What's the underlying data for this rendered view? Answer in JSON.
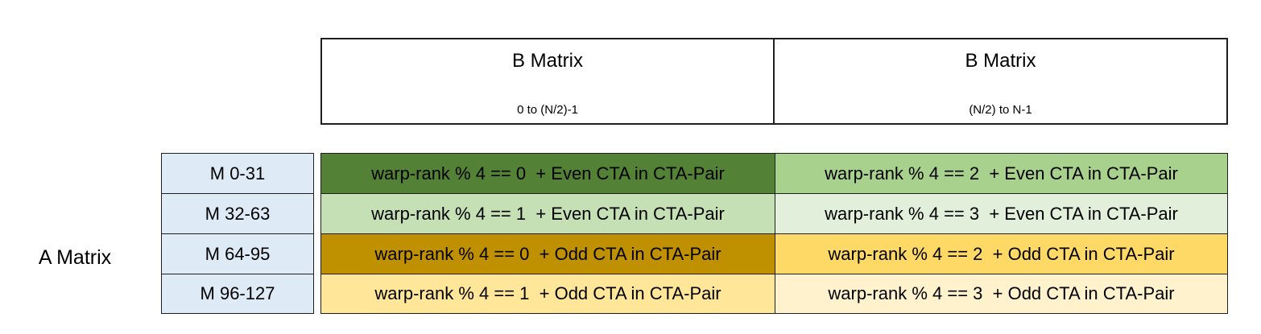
{
  "a_matrix_label": "A Matrix",
  "b_headers": [
    {
      "title": "B Matrix",
      "range": "0 to (N/2)-1"
    },
    {
      "title": "B Matrix",
      "range": "(N/2) to N-1"
    }
  ],
  "colors": {
    "m_col_bg": "#DEEBF7",
    "border": "#1f1f1f",
    "dark_green": "#538135",
    "medium_green": "#A9D18E",
    "light_green": "#C5E0B4",
    "pale_green": "#E2EFDA",
    "dark_gold": "#BF9000",
    "medium_gold": "#FFD966",
    "light_gold": "#FFE699",
    "pale_gold": "#FFF2CC"
  },
  "rows": [
    {
      "m_label": "M 0-31",
      "left": {
        "text": "warp-rank % 4 == 0  + Even CTA in CTA-Pair",
        "bg": "#538135"
      },
      "right": {
        "text": "warp-rank % 4 == 2  + Even CTA in CTA-Pair",
        "bg": "#A9D18E"
      }
    },
    {
      "m_label": "M 32-63",
      "left": {
        "text": "warp-rank % 4 == 1  + Even CTA in CTA-Pair",
        "bg": "#C5E0B4"
      },
      "right": {
        "text": "warp-rank % 4 == 3  + Even CTA in CTA-Pair",
        "bg": "#E2EFDA"
      }
    },
    {
      "m_label": "M 64-95",
      "left": {
        "text": "warp-rank % 4 == 0  + Odd CTA in CTA-Pair",
        "bg": "#BF9000"
      },
      "right": {
        "text": "warp-rank % 4 == 2  + Odd CTA in CTA-Pair",
        "bg": "#FFD966"
      }
    },
    {
      "m_label": "M 96-127",
      "left": {
        "text": "warp-rank % 4 == 1  + Odd CTA in CTA-Pair",
        "bg": "#FFE699"
      },
      "right": {
        "text": "warp-rank % 4 == 3  + Odd CTA in CTA-Pair",
        "bg": "#FFF2CC"
      }
    }
  ]
}
